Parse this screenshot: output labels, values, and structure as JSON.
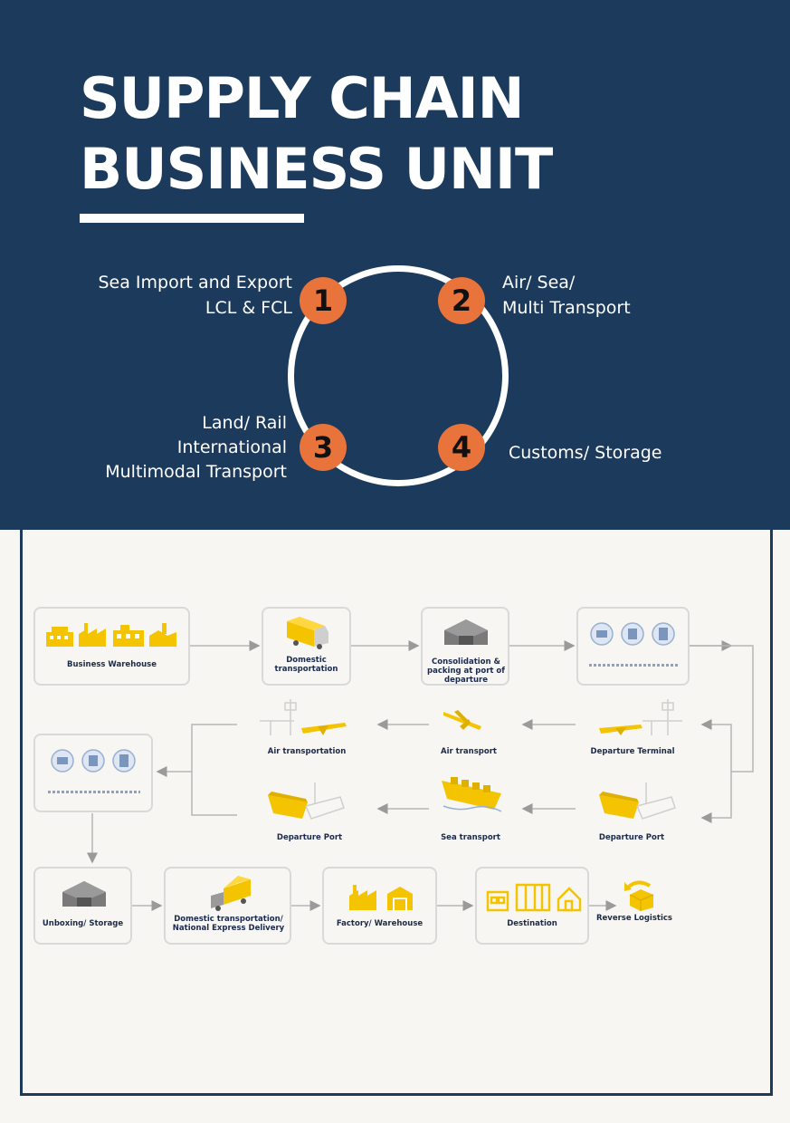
{
  "header": {
    "title_line1": "SUPPLY CHAIN",
    "title_line2": "BUSINESS UNIT"
  },
  "services": [
    {
      "number": "1",
      "line1": "Sea Import and Export",
      "line2": "LCL & FCL"
    },
    {
      "number": "2",
      "line1": "Air/ Sea/",
      "line2": "Multi Transport"
    },
    {
      "number": "3",
      "line1": "Land/ Rail",
      "line2": "International",
      "line3": "Multimodal Transport"
    },
    {
      "number": "4",
      "line1": "Customs/ Storage"
    }
  ],
  "flow": {
    "business_warehouse": "Business Warehouse",
    "domestic_transportation": "Domestic transportation",
    "consolidation": "Consolidation & packing at port of departure",
    "air_transportation": "Air transportation",
    "air_transport": "Air transport",
    "departure_terminal": "Departure Terminal",
    "departure_port_left": "Departure Port",
    "sea_transport": "Sea transport",
    "departure_port_right": "Departure Port",
    "unboxing_storage": "Unboxing/ Storage",
    "domestic_national": "Domestic transportation/ National Express Delivery",
    "factory_warehouse": "Factory/ Warehouse",
    "destination": "Destination",
    "reverse_logistics": "Reverse Logistics"
  },
  "colors": {
    "navy": "#1b3a5c",
    "orange": "#e8743b",
    "yellow": "#f5c400",
    "background": "#f7f6f2"
  }
}
